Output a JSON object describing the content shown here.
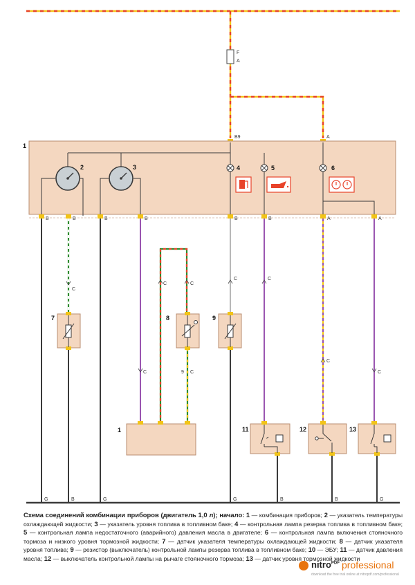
{
  "diagram": {
    "box_label": "1",
    "fuse": {
      "name": "F",
      "wire": "A"
    },
    "top_pin": "B9",
    "pin_a": "A",
    "components": [
      {
        "num": "2",
        "kind": "gauge"
      },
      {
        "num": "3",
        "kind": "gauge"
      },
      {
        "num": "4",
        "kind": "lamp",
        "icon": "fuel-pump-icon"
      },
      {
        "num": "5",
        "kind": "lamp",
        "icon": "oil-can-icon"
      },
      {
        "num": "6",
        "kind": "lamp",
        "icon": "brake-warning-icon"
      }
    ],
    "bottom_pins": [
      "B",
      "B",
      "B",
      "B",
      "B",
      "B",
      "A",
      "A"
    ],
    "sensors": [
      "7",
      "8",
      "9"
    ],
    "ecu": "1",
    "switches": [
      "11",
      "12",
      "13"
    ],
    "wire_codes": {
      "c": "C",
      "g": "G",
      "b": "B",
      "nine": "9"
    }
  },
  "caption": {
    "title": "Схема соединений комбинации приборов (двигатель 1,0 л); начало:",
    "items": [
      {
        "n": "1",
        "text": "комбинация приборов;"
      },
      {
        "n": "2",
        "text": "указатель температуры охлаждающей жидкости;"
      },
      {
        "n": "3",
        "text": "указатель уровня топлива в топливном баке;"
      },
      {
        "n": "4",
        "text": "контрольная лампа резерва топлива в топливном баке;"
      },
      {
        "n": "5",
        "text": "контрольная лампа недостаточного (аварийного) давления масла в двигателе;"
      },
      {
        "n": "6",
        "text": "контрольная лампа включения стояночного тормоза и низкого уровня тормозной жидкости;"
      },
      {
        "n": "7",
        "text": "датчик указателя температуры охлаждающей жидкости;"
      },
      {
        "n": "8",
        "text": "датчик указателя уровня топлива;"
      },
      {
        "n": "9",
        "text": "резистор (выключатель) контрольной лампы резерва топлива в топливном баке;"
      },
      {
        "n": "10",
        "text": "ЭБУ;"
      },
      {
        "n": "11",
        "text": "датчик давления масла;"
      },
      {
        "n": "12",
        "text": "выключатель контрольной лампы на рычаге стояночного тормоза;"
      },
      {
        "n": "13",
        "text": "датчик уровня тормозной жидкости"
      }
    ]
  },
  "footer": {
    "brand": "nitro",
    "sup": "PDF",
    "product": "professional",
    "tagline": "download the free trial online at nitropdf.com/professional"
  },
  "colors": {
    "box": "#f4d7c0",
    "box_edge": "#b98c70",
    "red": "#e8432a",
    "yellow": "#f2c418",
    "green": "#2e8b2e",
    "violet": "#9a55b0",
    "gray": "#3a3a3a",
    "white_wire": "#b8b8b8"
  }
}
